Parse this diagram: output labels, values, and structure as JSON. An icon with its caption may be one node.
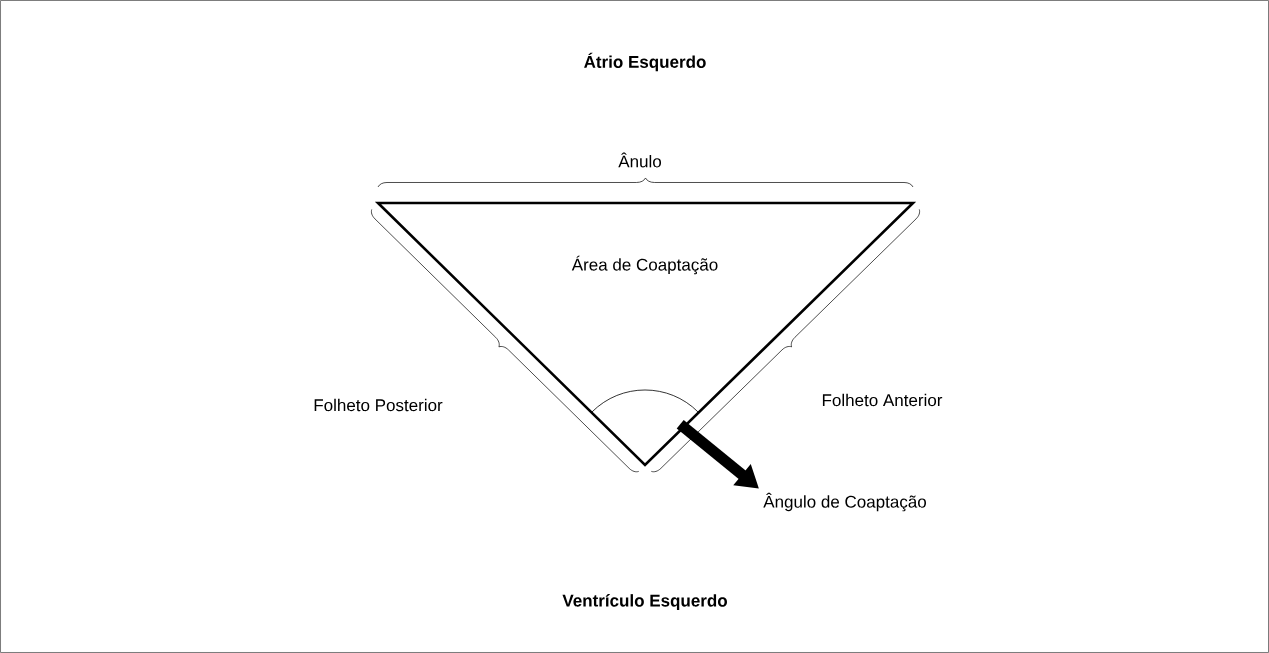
{
  "diagram": {
    "nodes": [
      {
        "text": [],
        "shape": "arc"
      },
      {
        "text": [
          "Ângulo de Coaptação"
        ]
      }
    ],
    "edges": [
      {
        "from": 0,
        "to": 1,
        "arrow": "to"
      }
    ],
    "labels": [
      "Átrio Esquerdo",
      "Ânulo",
      "Área de Coaptação",
      "Folheto Posterior",
      "Folheto Anterior",
      "Ventrículo Esquerdo"
    ]
  }
}
